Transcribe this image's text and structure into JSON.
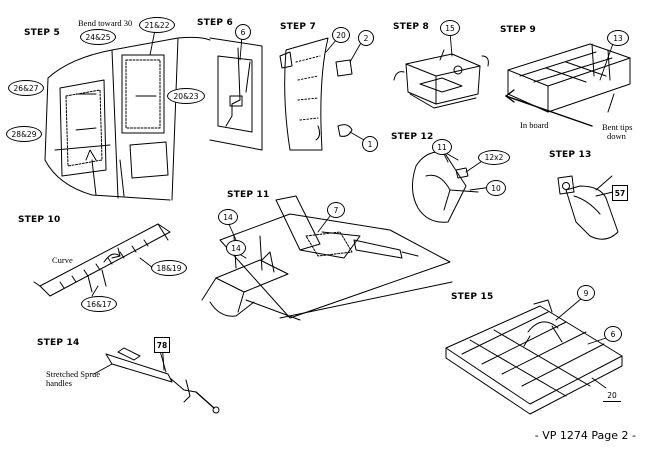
{
  "steps": {
    "s5": "STEP 5",
    "s6": "STEP 6",
    "s7": "STEP 7",
    "s8": "STEP 8",
    "s9": "STEP 9",
    "s10": "STEP 10",
    "s11": "STEP 11",
    "s12": "STEP 12",
    "s13": "STEP 13",
    "s14": "STEP 14",
    "s15": "STEP 15"
  },
  "notes": {
    "bend_toward": "Bend toward 30",
    "in_board": "In board",
    "bent_tips": "Bent tips",
    "bent_tips_2": "down",
    "curve": "Curve",
    "stretched": "Stretched Sprue",
    "stretched_2": "handles"
  },
  "callouts": {
    "p24_25": "24&25",
    "p21_22": "21&22",
    "p26_27": "26&27",
    "p20_23": "20&23",
    "p28_29": "28&29",
    "p6": "6",
    "p20": "20",
    "p2": "2",
    "p1": "1",
    "p15": "15",
    "p13": "13",
    "p11": "11",
    "p12x2": "12x2",
    "p10": "10",
    "p57": "57",
    "p18_19": "18&19",
    "p16_17": "16&17",
    "p14a": "14",
    "p14b": "14",
    "p7": "7",
    "p78": "78",
    "p9": "9",
    "p6b": "6",
    "p20b": "20"
  },
  "footer": "- VP 1274 Page 2 -"
}
